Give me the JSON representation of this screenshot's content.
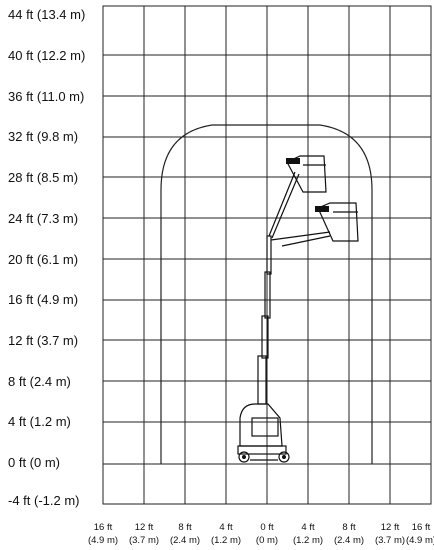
{
  "y_axis": {
    "labels": [
      "44 ft (13.4 m)",
      "40 ft (12.2 m)",
      "36 ft (11.0 m)",
      "32 ft (9.8 m)",
      "28 ft (8.5 m)",
      "24 ft (7.3 m)",
      "20 ft (6.1 m)",
      "16 ft (4.9 m)",
      "12 ft (3.7 m)",
      "8 ft (2.4 m)",
      "4 ft (1.2 m)",
      "0 ft (0 m)",
      "-4 ft (-1.2 m)"
    ]
  },
  "x_axis": {
    "labels": [
      {
        "ft": "16 ft",
        "m": "(4.9 m)"
      },
      {
        "ft": "12 ft",
        "m": "(3.7 m)"
      },
      {
        "ft": "8 ft",
        "m": "(2.4 m)"
      },
      {
        "ft": "4 ft",
        "m": "(1.2 m)"
      },
      {
        "ft": "0 ft",
        "m": "(0 m)"
      },
      {
        "ft": "4 ft",
        "m": "(1.2 m)"
      },
      {
        "ft": "8 ft",
        "m": "(2.4 m)"
      },
      {
        "ft": "12 ft",
        "m": "(3.7 m)"
      },
      {
        "ft": "16 ft",
        "m": "(4.9 m)"
      }
    ]
  }
}
